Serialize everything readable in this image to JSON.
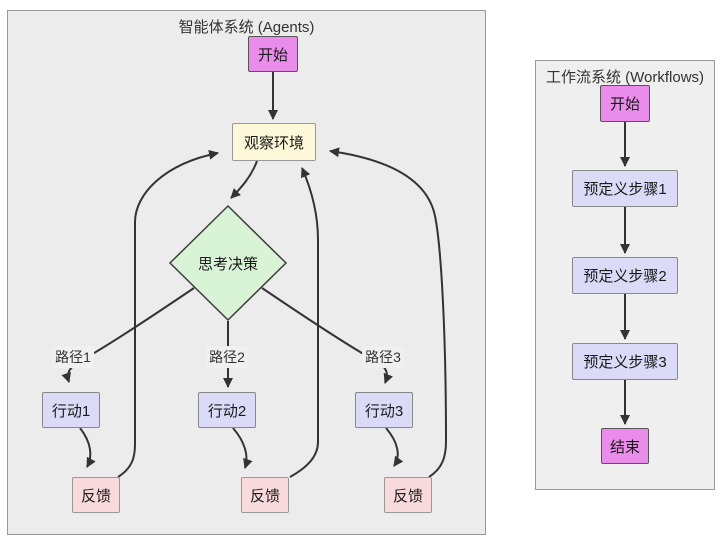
{
  "agents_panel": {
    "title": "智能体系统 (Agents)",
    "nodes": {
      "start": "开始",
      "observe": "观察环境",
      "decide": "思考决策",
      "act1": "行动1",
      "act2": "行动2",
      "act3": "行动3",
      "feedback1": "反馈",
      "feedback2": "反馈",
      "feedback3": "反馈"
    },
    "edge_labels": {
      "path1": "路径1",
      "path2": "路径2",
      "path3": "路径3"
    }
  },
  "workflows_panel": {
    "title": "工作流系统 (Workflows)",
    "nodes": {
      "start": "开始",
      "step1": "预定义步骤1",
      "step2": "预定义步骤2",
      "step3": "预定义步骤3",
      "end": "结束"
    }
  },
  "colors": {
    "start_end_fill": "#ea8cea",
    "start_end_border": "#555555",
    "observe_fill": "#fcf8d8",
    "decide_fill": "#d9f3d7",
    "decide_border": "#3d3d3d",
    "action_fill": "#dbdbf8",
    "feedback_fill": "#f9dadd",
    "edge_stroke": "#333333",
    "agents_panel_bg": "#ececec",
    "workflows_panel_bg": "#efefef",
    "panel_border": "#999999"
  }
}
